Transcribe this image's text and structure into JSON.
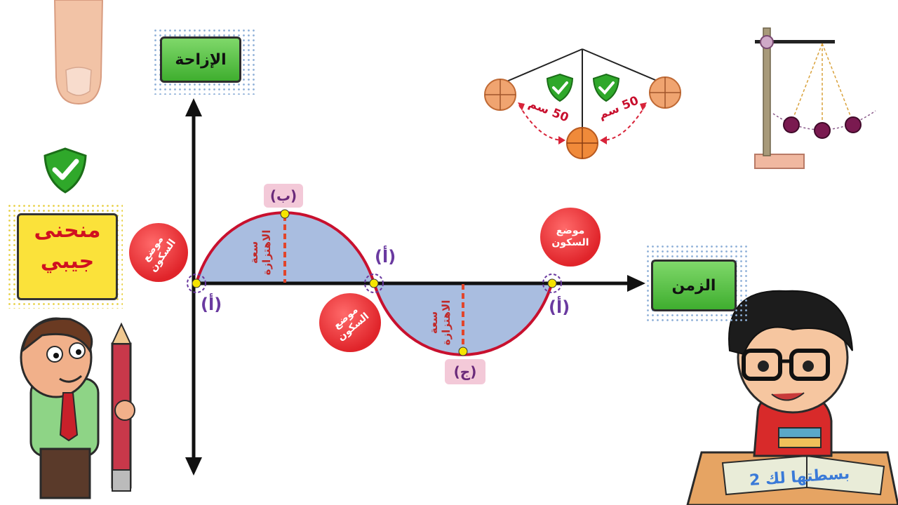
{
  "labels": {
    "displacement": "الإزاحة",
    "time": "الزمن",
    "sine_curve_line1": "منحنى",
    "sine_curve_line2": "جيبي",
    "rest_position_line1": "موضع",
    "rest_position_line2": "السكون",
    "amplitude_line1": "سعة",
    "amplitude_line2": "الاهتزازة",
    "point_a": "(أ)",
    "point_b": "(ب)",
    "point_c": "(ج)",
    "distance_left": "50 سم",
    "distance_right": "50 سم",
    "book_text": "بسطتها لك 2"
  },
  "colors": {
    "curve": "#c8102e",
    "fill": "#a9bde0",
    "axis": "#111111",
    "amplitude_dash": "#e2452a",
    "point": "#f5e400"
  },
  "icons": [
    "finger",
    "check-shield-icon",
    "basketball-icon",
    "pendulum-stand-icon",
    "teacher-cartoon",
    "student-cartoon"
  ]
}
